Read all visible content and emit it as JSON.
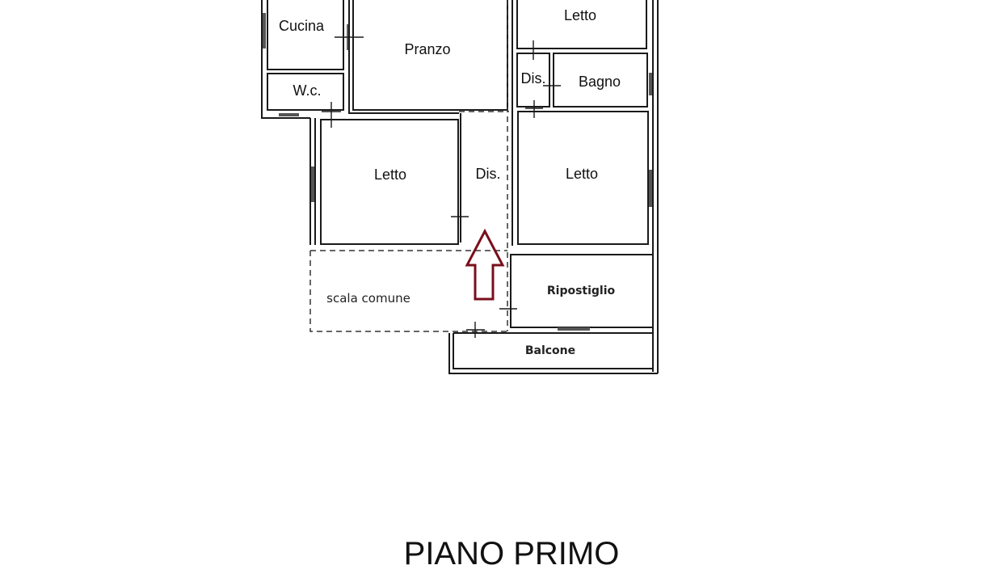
{
  "rooms": {
    "cucina": "Cucina",
    "pranzo": "Pranzo",
    "letto_top": "Letto",
    "dis_small": "Dis.",
    "bagno": "Bagno",
    "wc": "W.c.",
    "letto_left": "Letto",
    "dis_center": "Dis.",
    "letto_right": "Letto",
    "scala": "scala comune",
    "ripostiglio": "Ripostiglio",
    "balcone": "Balcone"
  },
  "title": "PIANO PRIMO",
  "colors": {
    "wall": "#1a1a1a",
    "entrance_arrow": "#7a0f1c"
  },
  "icons": {
    "entrance": "entrance-arrow-icon"
  }
}
